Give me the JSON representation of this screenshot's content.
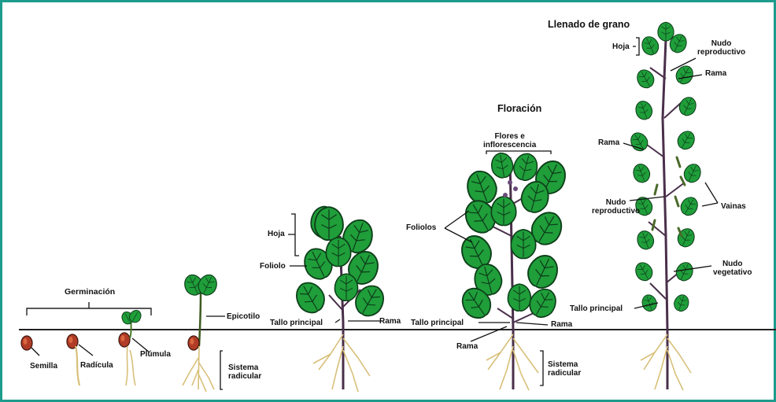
{
  "colors": {
    "frame": "#1d9b8c",
    "leaf": "#1f9e3a",
    "leaf_dark": "#0e5a22",
    "stem": "#4a2f4a",
    "root": "#d8c07a",
    "seed": "#b03c26"
  },
  "stages": {
    "germinacion": {
      "title": "Germinación",
      "semilla": "Semilla",
      "radicula": "Radícula",
      "plumula": "Plúmula"
    },
    "emergencia": {
      "epicotilo": "Epicotilo",
      "sistema_radicular": "Sistema\nradicular"
    },
    "vegetativo": {
      "hoja": "Hoja",
      "foliolo": "Foliolo",
      "tallo_principal": "Tallo principal",
      "rama": "Rama"
    },
    "floracion": {
      "title": "Floración",
      "flores": "Flores e\ninflorescencia",
      "foliolos": "Foliolos",
      "tallo_principal": "Tallo principal",
      "rama_right": "Rama",
      "rama_below": "Rama",
      "sistema_radicular": "Sistema\nradicular"
    },
    "llenado": {
      "title": "Llenado de grano",
      "hoja": "Hoja",
      "nudo_reproductivo_top": "Nudo\nreproductivo",
      "rama_top": "Rama",
      "rama_left": "Rama",
      "nudo_reproductivo_mid": "Nudo\nreproductivo",
      "vainas": "Vainas",
      "nudo_vegetativo": "Nudo\nvegetativo",
      "tallo_principal": "Tallo principal"
    }
  }
}
